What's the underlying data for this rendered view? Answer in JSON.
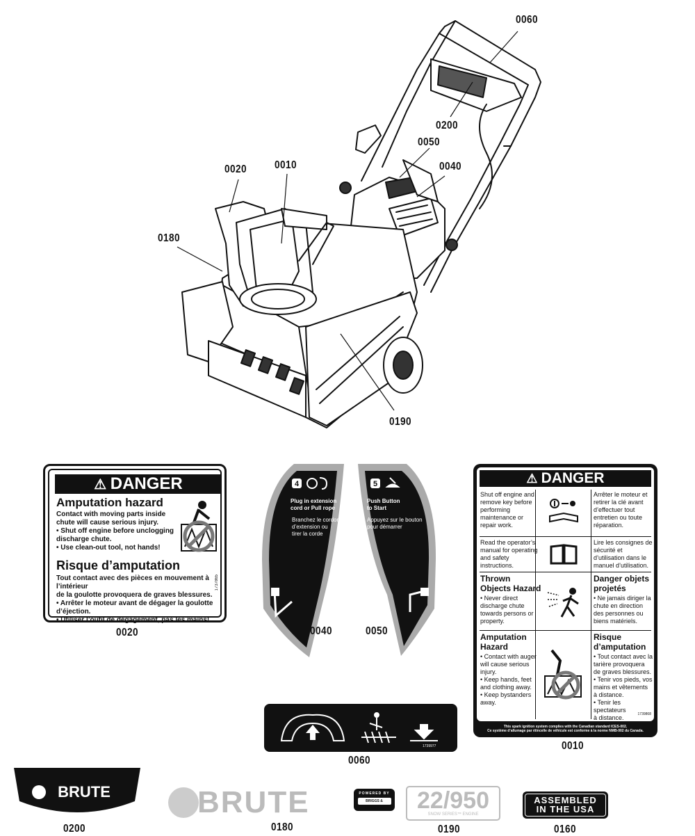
{
  "callouts": {
    "c0060_top": "0060",
    "c0200_top": "0200",
    "c0050_top": "0050",
    "c0040_top": "0040",
    "c0010_top": "0010",
    "c0020_top": "0020",
    "c0180_top": "0180",
    "c0190_top": "0190",
    "c0020": "0020",
    "c0040": "0040",
    "c0050": "0050",
    "c0010": "0010",
    "c0060": "0060",
    "c0200": "0200",
    "c0180": "0180",
    "c0190": "0190",
    "c0160": "0160"
  },
  "decal_0020": {
    "danger": "DANGER",
    "heading_en": "Amputation hazard",
    "text_en": "Contact with moving parts inside\nchute will cause serious injury.\n• Shut off engine before unclogging\n   discharge chute.\n• Use clean-out tool, not hands!",
    "heading_fr": "Risque d’amputation",
    "text_fr": "Tout contact avec des pièces en mouvement à l’intérieur\nde la goulotte provoquera de graves blessures.\n• Arrêter le moteur avant de dégager la goulotte\n   d’éjection.\n• Utiliser l’outil de dégagement, pas les mains!",
    "part_id": "1737865"
  },
  "decal_0040": {
    "step": "4",
    "text_en": "Plug in extension\ncord or Pull rope",
    "text_fr": "Branchez le cordon\nd’extension ou\ntirer la corde"
  },
  "decal_0050": {
    "step": "5",
    "text_en": "Push Button\nto Start",
    "text_fr": "Appuyez sur le bouton\npour démarrer"
  },
  "decal_0010": {
    "danger": "DANGER",
    "r1_en": "Shut off engine and\nremove key before\nperforming\nmaintenance or\nrepair work.",
    "r1_fr": "Arrêter le moteur et\nretirer la clé avant\nd’effectuer tout\nentretien ou toute\nréparation.",
    "r2_en": "Read the operator’s\nmanual for operating\nand safety\ninstructions.",
    "r2_fr": "Lire les consignes de\nsécurité et\nd’utilisation dans le\nmanuel d’utilisation.",
    "r3_en_h": "Thrown\nObjects Hazard",
    "r3_en": "• Never direct\n  discharge chute\n  towards persons or\n  property.",
    "r3_fr_h": "Danger objets\nprojetés",
    "r3_fr": "• Ne jamais diriger la\n  chute en direction\n  des personnes ou\n  biens matériels.",
    "r4_en_h": "Amputation\nHazard",
    "r4_en": "• Contact with auger\n  will cause serious\n  injury.\n• Keep hands, feet\n  and clothing away.\n• Keep bystanders\n  away.",
    "r4_fr_h": "Risque\nd’amputation",
    "r4_fr": "• Tout contact avec la\n  tarière provoquera\n  de graves blessures.\n• Tenir vos pieds, vos\n  mains et vêtements\n  à distance.\n• Tenir les spectateurs\n  à distance.",
    "part_id": "1739868",
    "footer": "This spark ignition system complies with the Canadian standard ICES-002.\nCe système d’allumage par étincelle de véhicule est conforme à la norme NMB-002 du Canada."
  },
  "decal_0060": {
    "part_id": "1739977"
  },
  "logos": {
    "brute": "BRUTE",
    "powered_by": "POWERED BY",
    "briggs": "BRIGGS & STRATTON",
    "model": "22/950",
    "model_sub": "SNOW SERIES™ ENGINE",
    "assembled_1": "ASSEMBLED",
    "assembled_2": "IN THE USA"
  }
}
